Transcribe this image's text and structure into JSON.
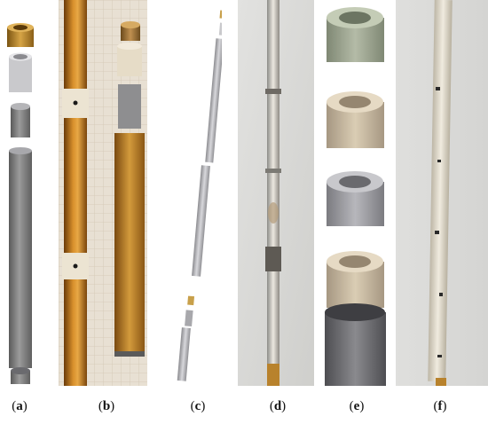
{
  "figure": {
    "panels": [
      {
        "id": "a",
        "caption": "a"
      },
      {
        "id": "b",
        "caption": "b"
      },
      {
        "id": "c",
        "caption": "c"
      },
      {
        "id": "d",
        "caption": "d"
      },
      {
        "id": "e",
        "caption": "e"
      },
      {
        "id": "f",
        "caption": "f"
      }
    ]
  }
}
